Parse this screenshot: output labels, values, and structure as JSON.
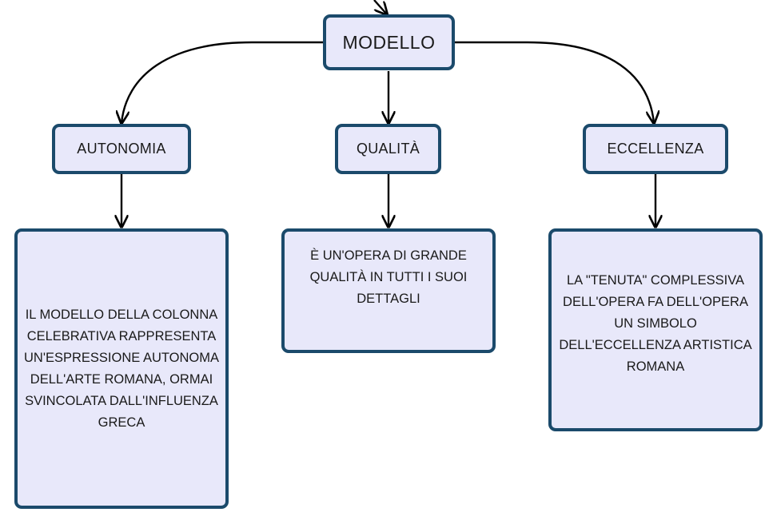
{
  "root": {
    "label": "MODELLO"
  },
  "branches": [
    {
      "label": "AUTONOMIA",
      "description": "IL MODELLO DELLA COLONNA CELEBRATIVA RAPPRESENTA UN'ESPRESSIONE AUTONOMA DELL'ARTE ROMANA, ORMAI SVINCOLATA DALL'INFLUENZA GRECA"
    },
    {
      "label": "QUALITÀ",
      "description": "È UN'OPERA DI GRANDE QUALITÀ IN TUTTI I SUOI DETTAGLI"
    },
    {
      "label": "ECCELLENZA",
      "description": "LA \"TENUTA\" COMPLESSIVA DELL'OPERA FA DELL'OPERA UN SIMBOLO DELL'ECCELLENZA ARTISTICA ROMANA"
    }
  ],
  "colors": {
    "node_fill": "#e8e8fa",
    "node_border": "#1b4a6b",
    "connector": "#000000"
  }
}
